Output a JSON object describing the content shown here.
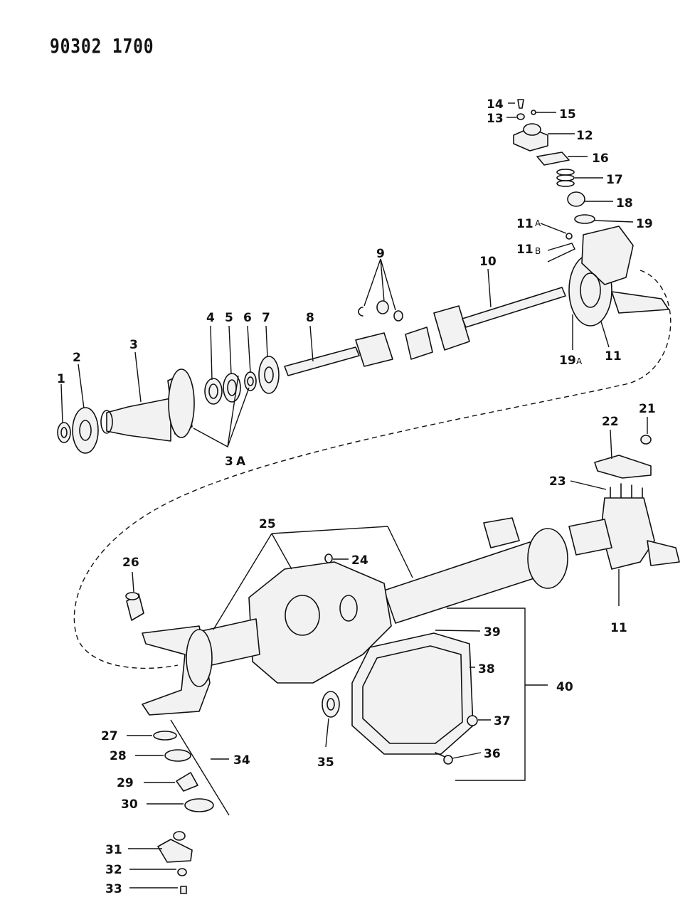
{
  "header": {
    "code": "90302 1700"
  },
  "callouts": [
    "1",
    "2",
    "3",
    "3A",
    "4",
    "5",
    "6",
    "7",
    "8",
    "9",
    "10",
    "11",
    "11A",
    "11B",
    "12",
    "13",
    "14",
    "15",
    "16",
    "17",
    "18",
    "19",
    "19A",
    "21",
    "22",
    "23",
    "24",
    "25",
    "26",
    "27",
    "28",
    "29",
    "30",
    "31",
    "32",
    "33",
    "34",
    "35",
    "36",
    "37",
    "38",
    "39",
    "40"
  ],
  "labels": {
    "c1": "1",
    "c2": "2",
    "c3": "3",
    "c3a": "3",
    "c3a_suffix": "A",
    "c4": "4",
    "c5": "5",
    "c6": "6",
    "c7": "7",
    "c8": "8",
    "c9": "9",
    "c10": "10",
    "c11_top": "11",
    "c11_bottom": "11",
    "c11a": "11",
    "c11a_suffix": "A",
    "c11b": "11",
    "c11b_suffix": "B",
    "c12": "12",
    "c13": "13",
    "c14": "14",
    "c15": "15",
    "c16": "16",
    "c17": "17",
    "c18": "18",
    "c19": "19",
    "c19a": "19",
    "c19a_suffix": "A",
    "c21": "21",
    "c22": "22",
    "c23": "23",
    "c24": "24",
    "c25": "25",
    "c26": "26",
    "c27": "27",
    "c28": "28",
    "c29": "29",
    "c30": "30",
    "c31": "31",
    "c32": "32",
    "c33": "33",
    "c34": "34",
    "c35": "35",
    "c36": "36",
    "c37": "37",
    "c38": "38",
    "c39": "39",
    "c40": "40"
  }
}
